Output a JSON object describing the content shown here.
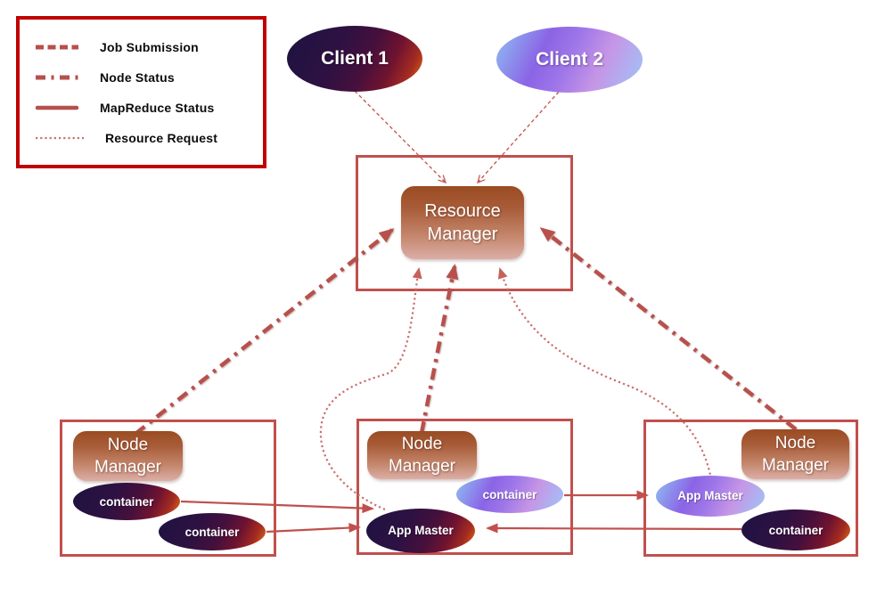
{
  "legend": {
    "items": [
      {
        "label": "Job Submission",
        "line_style": "dashed"
      },
      {
        "label": "Node Status",
        "line_style": "dash-dot"
      },
      {
        "label": "MapReduce Status",
        "line_style": "solid"
      },
      {
        "label": "Resource Request",
        "line_style": "dotted"
      }
    ]
  },
  "clients": [
    {
      "label": "Client 1",
      "theme": "dark"
    },
    {
      "label": "Client 2",
      "theme": "light"
    }
  ],
  "resource_manager": {
    "label": "Resource Manager"
  },
  "node_managers": [
    {
      "label": "Node Manager",
      "items": [
        {
          "label": "container",
          "theme": "dark"
        },
        {
          "label": "container",
          "theme": "dark"
        }
      ]
    },
    {
      "label": "Node Manager",
      "items": [
        {
          "label": "container",
          "theme": "light"
        },
        {
          "label": "App Master",
          "theme": "dark"
        }
      ]
    },
    {
      "label": "Node Manager",
      "items": [
        {
          "label": "App Master",
          "theme": "light"
        },
        {
          "label": "container",
          "theme": "dark"
        }
      ]
    }
  ],
  "edges": [
    {
      "from": "client-1",
      "to": "resource-manager",
      "type": "job-submission"
    },
    {
      "from": "client-2",
      "to": "resource-manager",
      "type": "job-submission"
    },
    {
      "from": "node-manager-1",
      "to": "resource-manager",
      "type": "node-status"
    },
    {
      "from": "node-manager-2",
      "to": "resource-manager",
      "type": "node-status"
    },
    {
      "from": "node-manager-3",
      "to": "resource-manager",
      "type": "node-status"
    },
    {
      "from": "app-master-2",
      "to": "resource-manager",
      "type": "resource-request"
    },
    {
      "from": "app-master-3",
      "to": "resource-manager",
      "type": "resource-request"
    },
    {
      "from": "container-1a",
      "to": "app-master-2",
      "type": "mapreduce-status"
    },
    {
      "from": "container-1b",
      "to": "app-master-2",
      "type": "mapreduce-status"
    },
    {
      "from": "container-2",
      "to": "app-master-3",
      "type": "mapreduce-status"
    },
    {
      "from": "container-3",
      "to": "app-master-2",
      "type": "mapreduce-status"
    }
  ],
  "colors": {
    "legend_border": "#c00000",
    "frame_border": "#c0504d",
    "node_status_line": "#b8504c",
    "mapreduce_line": "#c0504d",
    "resource_request_line": "#c9706c",
    "job_submission_line": "#c55a55",
    "gradient_rect_top": "#9a4b22",
    "gradient_rect_bottom": "#dcaea7"
  }
}
